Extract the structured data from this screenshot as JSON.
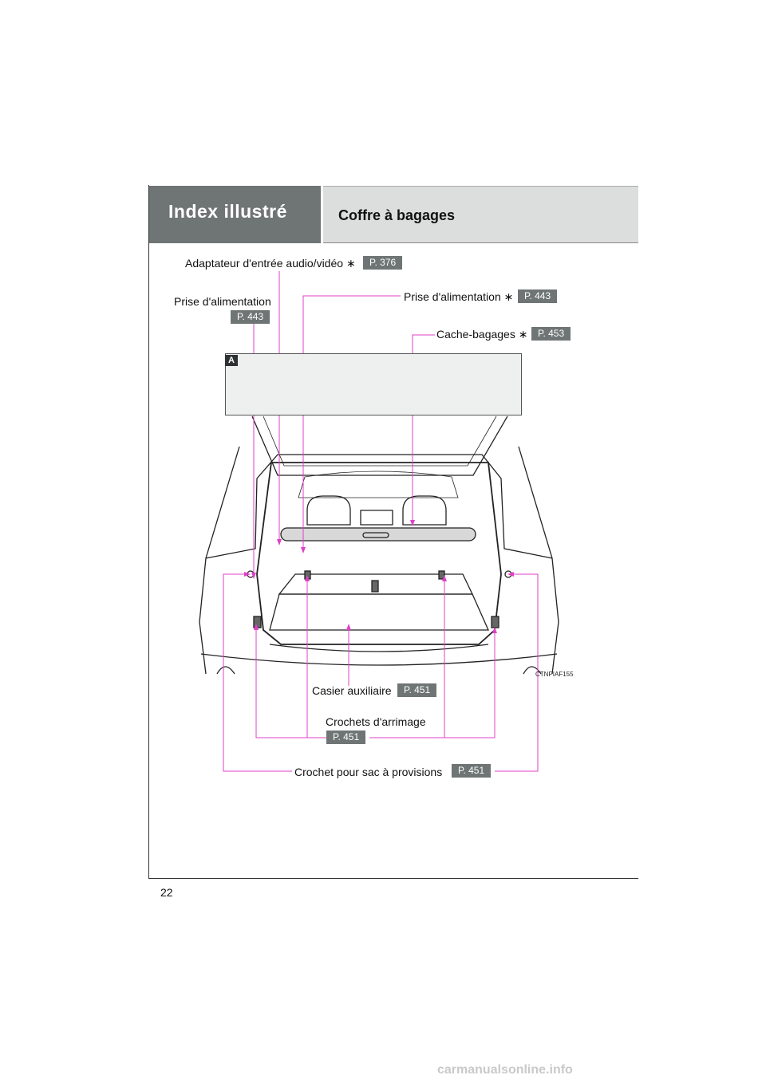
{
  "header": {
    "section_title": "Index illustré",
    "subsection_title": "Coffre à bagages"
  },
  "callouts": {
    "av_adapter": {
      "label": "Adaptateur d'entrée audio/vidéo",
      "mark": "∗",
      "ref": "P. 376"
    },
    "power_outlet_left": {
      "label": "Prise d'alimentation",
      "ref": "P. 443"
    },
    "power_outlet_right": {
      "label": "Prise d'alimentation",
      "mark": "∗",
      "ref": "P. 443"
    },
    "tonneau_cover": {
      "label": "Cache-bagages",
      "mark": "∗",
      "ref": "P. 453"
    },
    "aux_box": {
      "label": "Casier auxiliaire",
      "ref": "P. 451"
    },
    "tie_downs": {
      "label": "Crochets d'arrimage",
      "ref": "P. 451"
    },
    "grocery_hook": {
      "label": "Crochet pour sac à provisions",
      "ref": "P. 451"
    }
  },
  "panel": {
    "tag": "A"
  },
  "figure_code": "CTNPIAF155",
  "page_number": "22",
  "watermark": "carmanualsonline.info",
  "colors": {
    "header_dark": "#6e7574",
    "header_light": "#dcdedd",
    "leader": "#e040c8",
    "ref_box": "#6e7574"
  }
}
